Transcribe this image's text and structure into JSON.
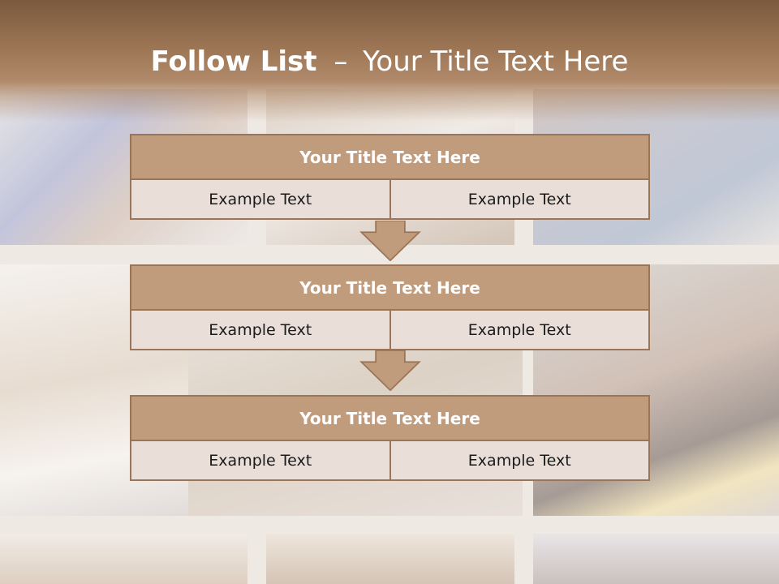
{
  "slide": {
    "title_bold": "Follow List",
    "title_dash": "–",
    "title_rest": "Your Title Text Here"
  },
  "blocks": [
    {
      "title": "Your Title Text Here",
      "left": "Example Text",
      "right": "Example Text"
    },
    {
      "title": "Your Title Text Here",
      "left": "Example Text",
      "right": "Example Text"
    },
    {
      "title": "Your Title Text Here",
      "left": "Example Text",
      "right": "Example Text"
    }
  ],
  "colors": {
    "header_brown": "#7a5a3e",
    "block_title_fill": "#c09b7c",
    "block_border": "#9a7558",
    "cell_fill": "#eadfd8",
    "arrow_fill": "#c09b7c"
  },
  "icons": [
    "down-arrow-icon"
  ]
}
